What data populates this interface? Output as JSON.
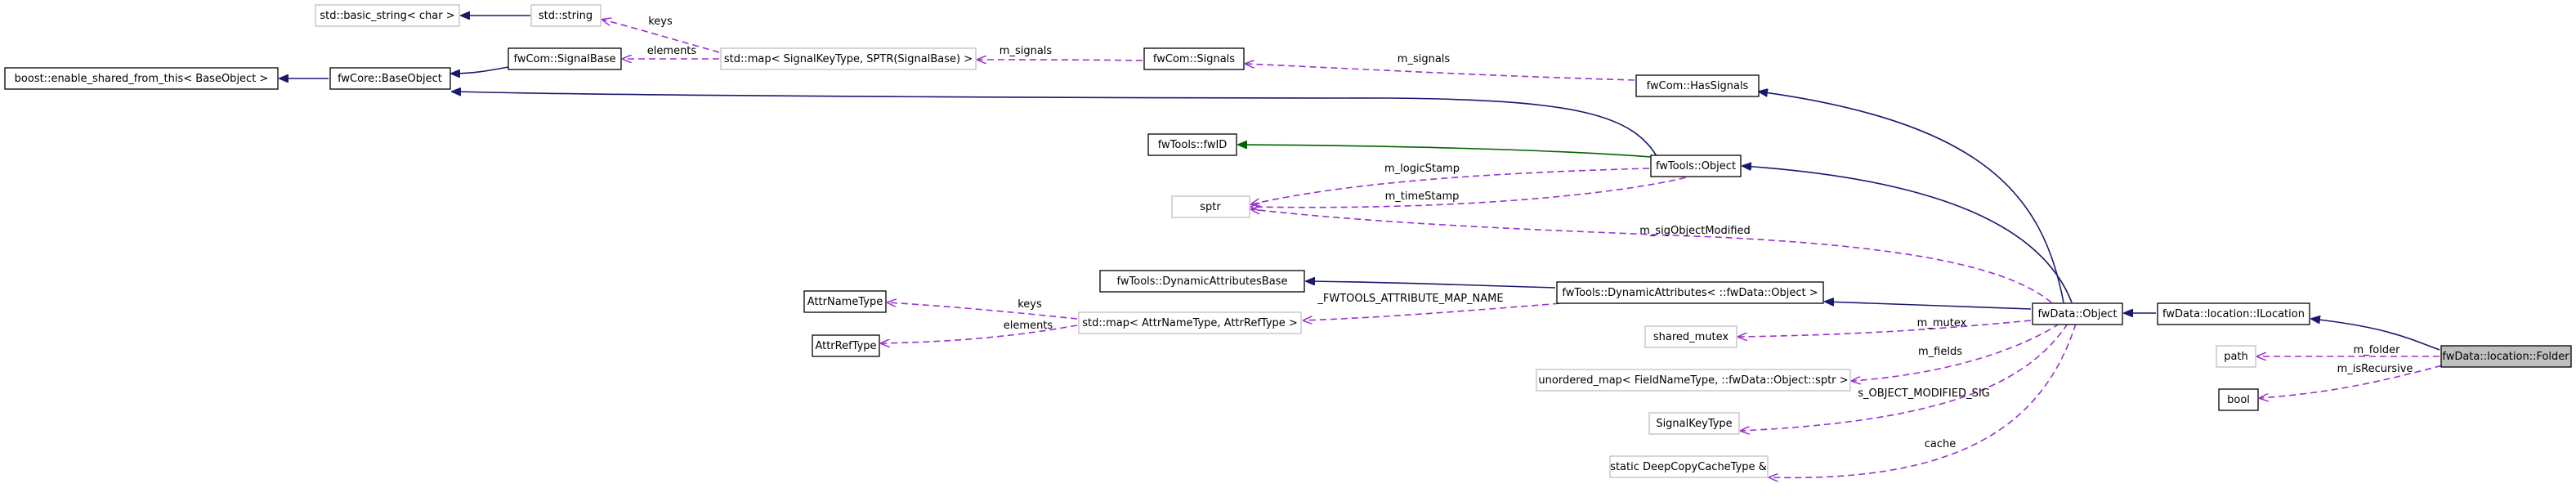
{
  "colors": {
    "inheritance": "#191970",
    "protected_inheritance": "#006400",
    "usage": "#9a32cd",
    "documented_border": "#000000",
    "undocumented_border": "#bfbfbf",
    "focus_fill": "#bfbfbf"
  },
  "nodes": {
    "basic_string": "std::basic_string< char >",
    "std_string": "std::string",
    "enable_shared": "boost::enable_shared_from_this< BaseObject >",
    "base_object": "fwCore::BaseObject",
    "signal_base": "fwCom::SignalBase",
    "map_signals": "std::map< SignalKeyType, SPTR(SignalBase) >",
    "signals": "fwCom::Signals",
    "has_signals": "fwCom::HasSignals",
    "fwid": "fwTools::fwID",
    "tools_object": "fwTools::Object",
    "sptr": "sptr",
    "dyn_attr_base": "fwTools::DynamicAttributesBase",
    "dyn_attr": "fwTools::DynamicAttributes< ::fwData::Object >",
    "attr_name_type": "AttrNameType",
    "attr_ref_type": "AttrRefType",
    "map_attr": "std::map< AttrNameType, AttrRefType >",
    "data_object": "fwData::Object",
    "ilocation": "fwData::location::ILocation",
    "folder": "fwData::location::Folder",
    "path": "path",
    "bool": "bool",
    "shared_mutex": "shared_mutex",
    "unordered_map": "unordered_map< FieldNameType, ::fwData::Object::sptr >",
    "signal_key_type": "SignalKeyType",
    "deep_copy_cache": "static DeepCopyCacheType &"
  },
  "edge_labels": {
    "keys_top": "keys",
    "elements_top": "elements",
    "m_signals_1": "m_signals",
    "m_signals_2": "m_signals",
    "m_logicStamp": "m_logicStamp",
    "m_timeStamp": "m_timeStamp",
    "m_sigObjectModified": "m_sigObjectModified",
    "fwtools_attr_map": "_FWTOOLS_ATTRIBUTE_MAP_NAME",
    "keys_bottom": "keys",
    "elements_bottom": "elements",
    "m_mutex": "m_mutex",
    "m_fields": "m_fields",
    "s_object_modified_sig": "s_OBJECT_MODIFIED_SIG",
    "cache": "cache",
    "m_folder": "m_folder",
    "m_isRecursive": "m_isRecursive"
  }
}
